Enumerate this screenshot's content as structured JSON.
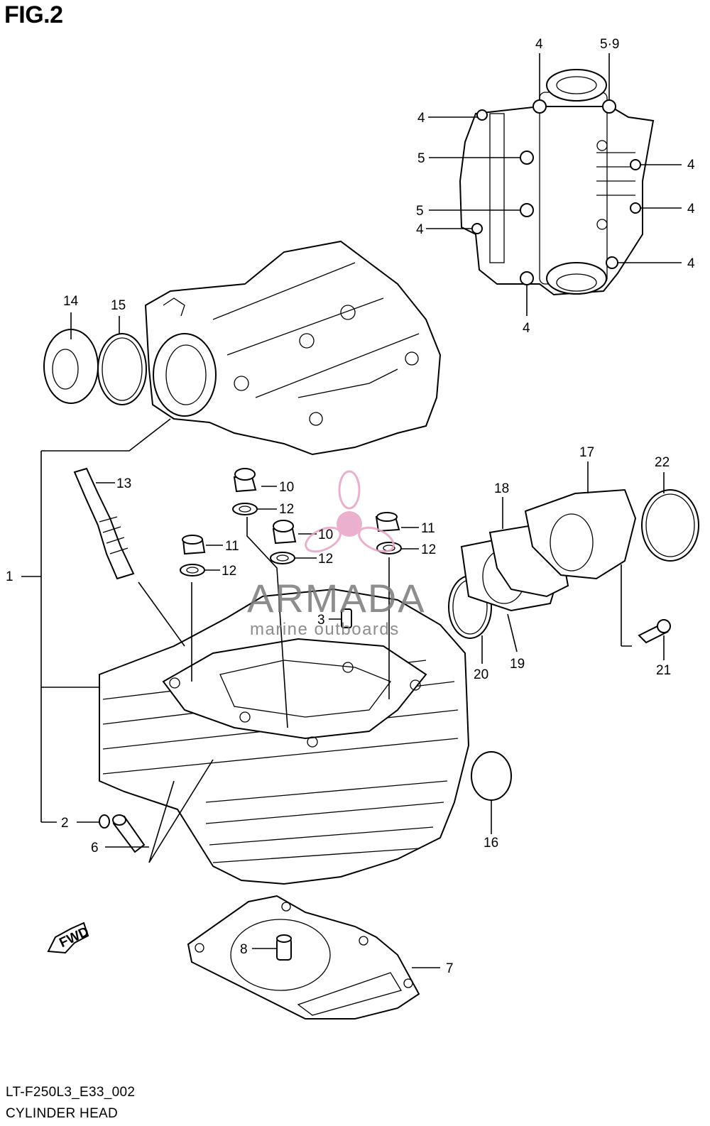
{
  "figure": {
    "title": "FIG.2"
  },
  "footer": {
    "code": "LT-F250L3_E33_002",
    "name": "CYLINDER HEAD"
  },
  "watermark": {
    "brand": "ARMADA",
    "tagline": "marine outboards",
    "logo_color": "#e7a3c6"
  },
  "fwd_arrow": {
    "label": "FWD"
  },
  "callouts": {
    "c1": "1",
    "c2": "2",
    "c3": "3",
    "c4a": "4",
    "c4b": "4",
    "c4c": "4",
    "c4d": "4",
    "c4e": "4",
    "c4f": "4",
    "c4g": "4",
    "c5a": "5",
    "c5b": "5",
    "c59": "5·9",
    "c6": "6",
    "c7": "7",
    "c8": "8",
    "c10a": "10",
    "c10b": "10",
    "c11a": "11",
    "c11b": "11",
    "c12a": "12",
    "c12b": "12",
    "c12c": "12",
    "c12d": "12",
    "c13": "13",
    "c14": "14",
    "c15": "15",
    "c16": "16",
    "c17": "17",
    "c18": "18",
    "c19": "19",
    "c20": "20",
    "c21": "21",
    "c22": "22"
  }
}
